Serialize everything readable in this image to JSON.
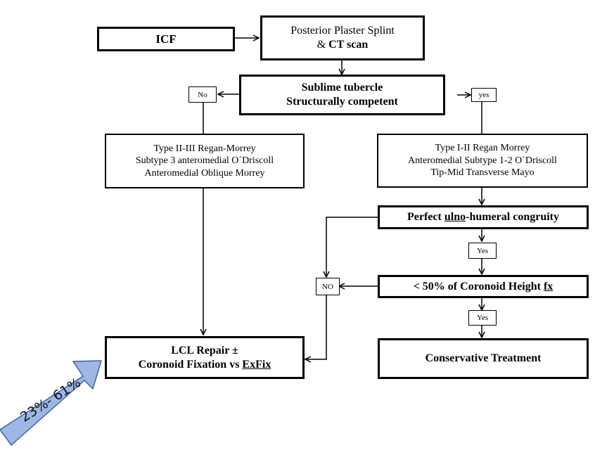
{
  "nodes": {
    "icf": "ICF",
    "splint_line1": "Posterior Plaster Splint",
    "splint_line2_prefix": "& ",
    "splint_line2_bold": "CT scan",
    "tubercle_line1": "Sublime tubercle",
    "tubercle_line2": "Structurally competent",
    "no_tag": "No",
    "yes_tag": "yes",
    "left_class_line1": "Type II-III Regan-Morrey",
    "left_class_line2": "Subtype 3 anteromedial O´Driscoll",
    "left_class_line3": "Anteromedial Oblique Morrey",
    "right_class_line1": "Type I-II Regan Morrey",
    "right_class_line2": "Anteromedial Subtype 1-2 O´Driscoll",
    "right_class_line3": "Tip-Mid Transverse Mayo",
    "congruity_prefix": "Perfect ",
    "congruity_u": "ulno",
    "congruity_suffix": "-humeral congruity",
    "yes_tag_1": "Yes",
    "height_prefix": "< 50% of Coronoid Height ",
    "height_u": "fx",
    "yes_tag_2": "Yes",
    "no_tag_2": "NO",
    "conservative": "Conservative Treatment",
    "lcl_line1": "LCL Repair ±",
    "lcl_line2_prefix": "Coronoid Fixation vs ",
    "lcl_line2_u": "ExFix"
  },
  "badge": {
    "text": "23%- 61%",
    "color": "#9DB7E6",
    "border_color": "#3F63A8"
  }
}
